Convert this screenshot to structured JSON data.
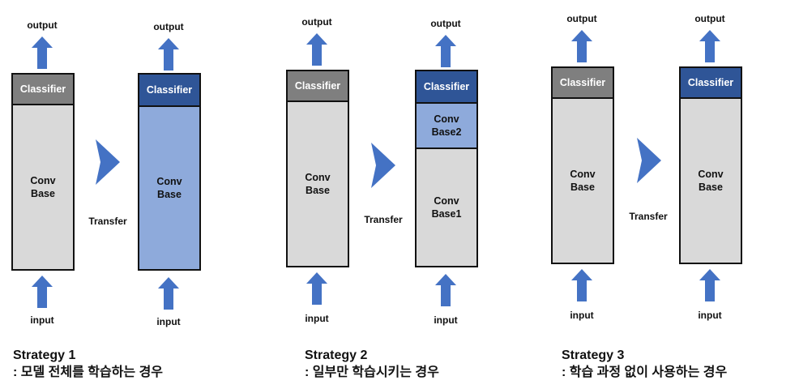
{
  "labels": {
    "output": "output",
    "input": "input",
    "classifier": "Classifier",
    "conv_base": "Conv\nBase",
    "conv_base1": "Conv\nBase1",
    "conv_base2": "Conv\nBase2",
    "transfer": "Transfer"
  },
  "strategies": [
    {
      "title": "Strategy 1",
      "desc": ": 모델 전체를 학습하는 경우"
    },
    {
      "title": "Strategy 2",
      "desc": ": 일부만 학습시키는 경우"
    },
    {
      "title": "Strategy 3",
      "desc": ": 학습 과정 없이 사용하는 경우"
    }
  ],
  "colors": {
    "frozen_classifier": "#7f7f7f",
    "trained_classifier": "#2f5597",
    "frozen_base": "#d9d9d9",
    "trained_base": "#8eaadb",
    "arrow": "#4472c4"
  }
}
